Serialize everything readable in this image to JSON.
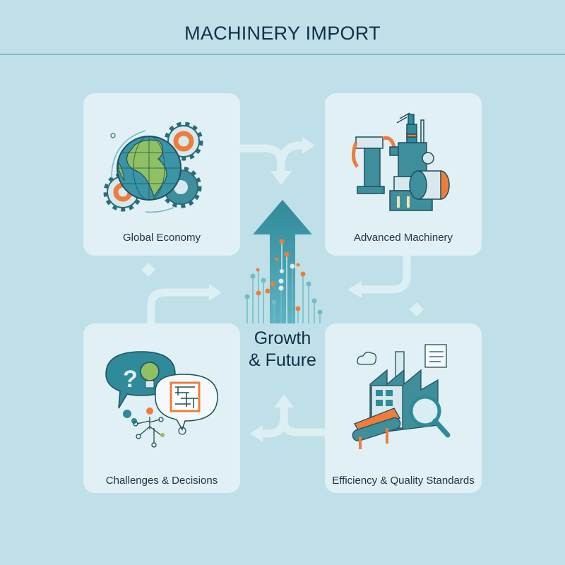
{
  "header": {
    "title": "MACHINERY IMPORT"
  },
  "center": {
    "line1": "Growth",
    "line2": "& Future",
    "icon": "growth-arrow-icon"
  },
  "cards": [
    {
      "label": "Global Economy",
      "icon": "globe-gears-icon"
    },
    {
      "label": "Advanced Machinery",
      "icon": "industrial-machine-icon"
    },
    {
      "label": "Challenges & Decisions",
      "icon": "speech-bubbles-maze-icon"
    },
    {
      "label": "Efficiency & Quality Standards",
      "icon": "factory-magnifier-icon"
    }
  ],
  "colors": {
    "background": "#bfe0e8",
    "card": "#e0f0f4",
    "teal": "#2f8a99",
    "dark_teal": "#1f6676",
    "orange": "#ee7d3b",
    "green": "#8fc062",
    "text": "#10304a"
  }
}
